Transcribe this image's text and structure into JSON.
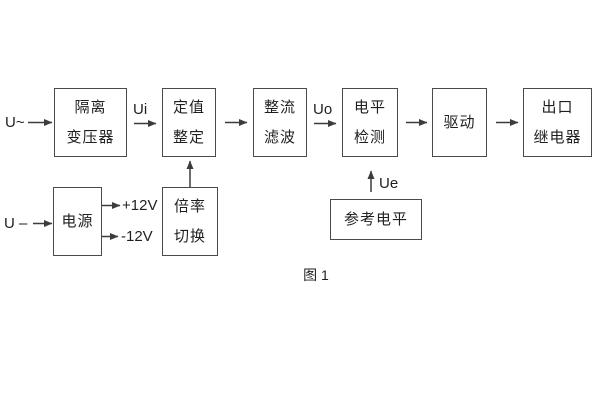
{
  "diagram": {
    "caption": "图 1",
    "labels": {
      "ac_input": "U~",
      "dc_input": "U –",
      "ui": "Ui",
      "uo": "Uo",
      "ue": "Ue",
      "plus12": "+12V",
      "minus12": "-12V"
    },
    "blocks": {
      "isolation_transformer": {
        "lines": [
          "隔离",
          "变压器"
        ]
      },
      "setting_adjust": {
        "lines": [
          "定值",
          "整定"
        ]
      },
      "rectifier_filter": {
        "lines": [
          "整流",
          "滤波"
        ]
      },
      "level_detect": {
        "lines": [
          "电平",
          "检测"
        ]
      },
      "driver": {
        "label": "驱动"
      },
      "output_relay": {
        "lines": [
          "出口",
          "继电器"
        ]
      },
      "power_supply": {
        "label": "电源"
      },
      "ratio_switch": {
        "lines": [
          "倍率",
          "切换"
        ]
      },
      "reference_level": {
        "label": "参考电平"
      }
    },
    "colors": {
      "background": "#ffffff",
      "line": "#4a4a4a",
      "text": "#1f1f1f"
    }
  }
}
